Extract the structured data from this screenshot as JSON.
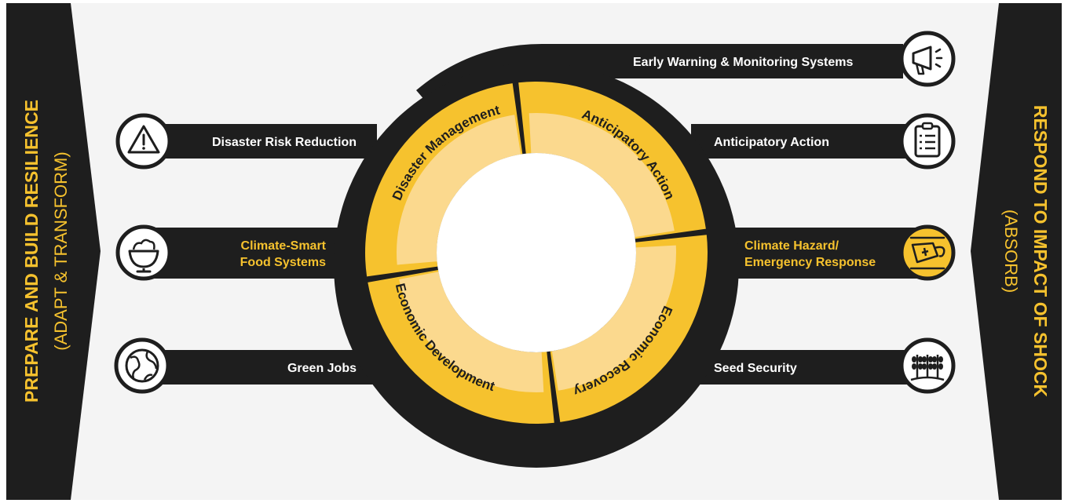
{
  "left_banner": {
    "title": "PREPARE AND BUILD RESILIENCE",
    "subtitle": "(ADAPT & TRANSFORM)"
  },
  "right_banner": {
    "title": "RESPOND TO IMPACT OF SHOCK",
    "subtitle": "(ABSORB)"
  },
  "cycle": {
    "segments": [
      {
        "label": "Disaster Management",
        "color": "#f6c22e"
      },
      {
        "label": "Anticipatory Action",
        "color": "#f6c22e"
      },
      {
        "label": "Economic Recovery",
        "color": "#f6c22e"
      },
      {
        "label": "Economic Development",
        "color": "#f6c22e"
      }
    ]
  },
  "left_items": [
    {
      "label": "Disaster Risk Reduction",
      "icon": "warning-triangle-icon",
      "highlight": false
    },
    {
      "label": "Climate-Smart",
      "label2": "Food Systems",
      "icon": "food-bowl-icon",
      "highlight": true
    },
    {
      "label": "Green Jobs",
      "icon": "globe-icon",
      "highlight": false
    }
  ],
  "right_items": [
    {
      "label": "Early Warning & Monitoring Systems",
      "icon": "megaphone-icon",
      "highlight": false
    },
    {
      "label": "Anticipatory Action",
      "icon": "clipboard-checklist-icon",
      "highlight": false
    },
    {
      "label": "Climate Hazard/",
      "label2": "Emergency Response",
      "icon": "aid-kit-icon",
      "highlight": true
    },
    {
      "label": "Seed Security",
      "icon": "wheat-crop-icon",
      "highlight": false
    }
  ],
  "colors": {
    "dark": "#1e1e1e",
    "accent": "#f6c22e",
    "accent_light": "#fbd98e",
    "background": "#f4f4f4",
    "text_light": "#ffffff"
  }
}
